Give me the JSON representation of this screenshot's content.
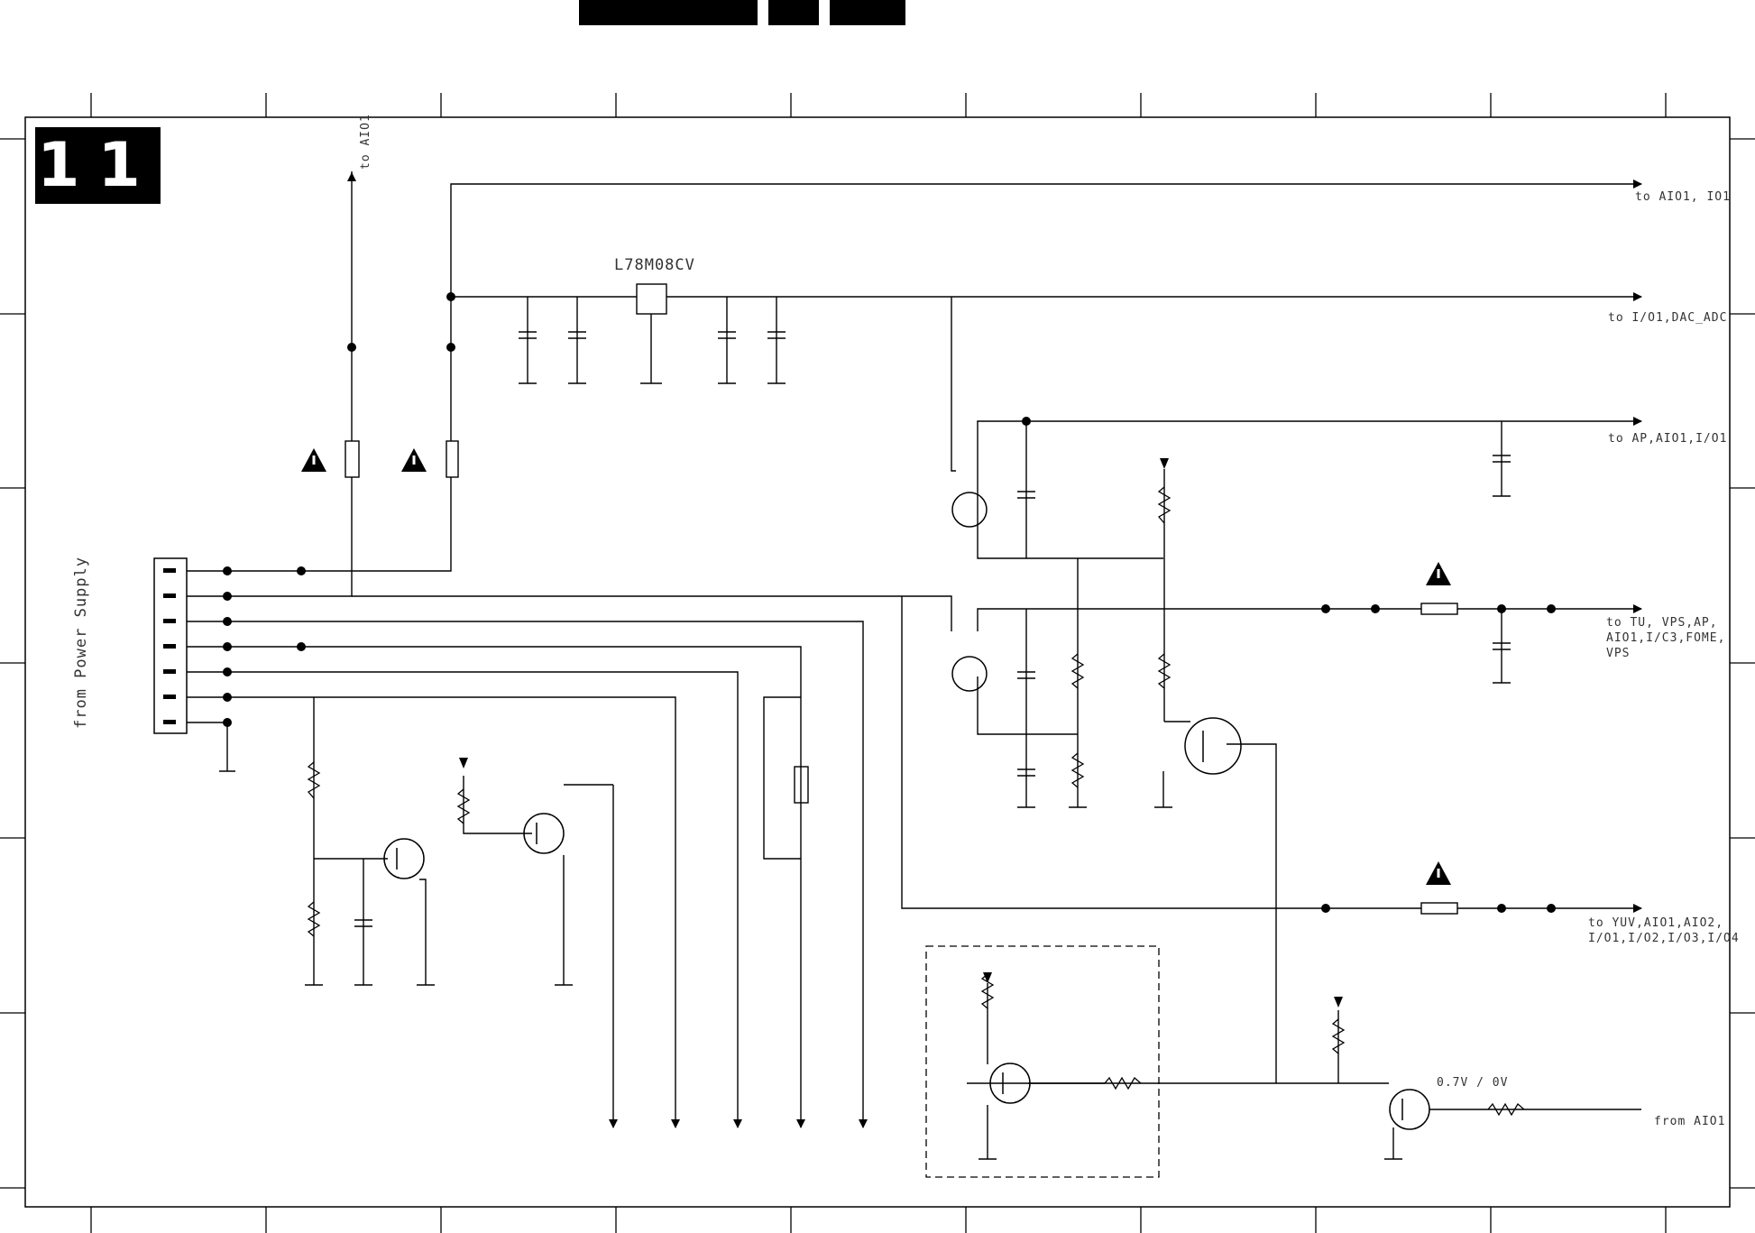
{
  "header_bars": [
    "",
    "",
    ""
  ],
  "page_number": "11",
  "input_label": "from Power Supply",
  "regulator_label": "L78M08CV",
  "outputs": {
    "top": "to AIO1",
    "aio1_io1": "to AIO1, IO1",
    "io1_dac": "to I/O1,DAC_ADC",
    "ap_aio1": "to AP,AIO1,I/O1",
    "tu_vps": [
      "to TU, VPS,AP,",
      "AIO1,I/C3,FOME,",
      "VPS"
    ],
    "yuv": [
      "to YUV,AIO1,AIO2,",
      "I/O1,I/O2,I/O3,I/O4"
    ]
  },
  "control": {
    "voltage_label": "0.7V / 0V",
    "from_label": "from AIO1"
  },
  "icons": [
    "warning-triangle-icon",
    "ground-symbol-icon",
    "arrow-output-icon"
  ]
}
